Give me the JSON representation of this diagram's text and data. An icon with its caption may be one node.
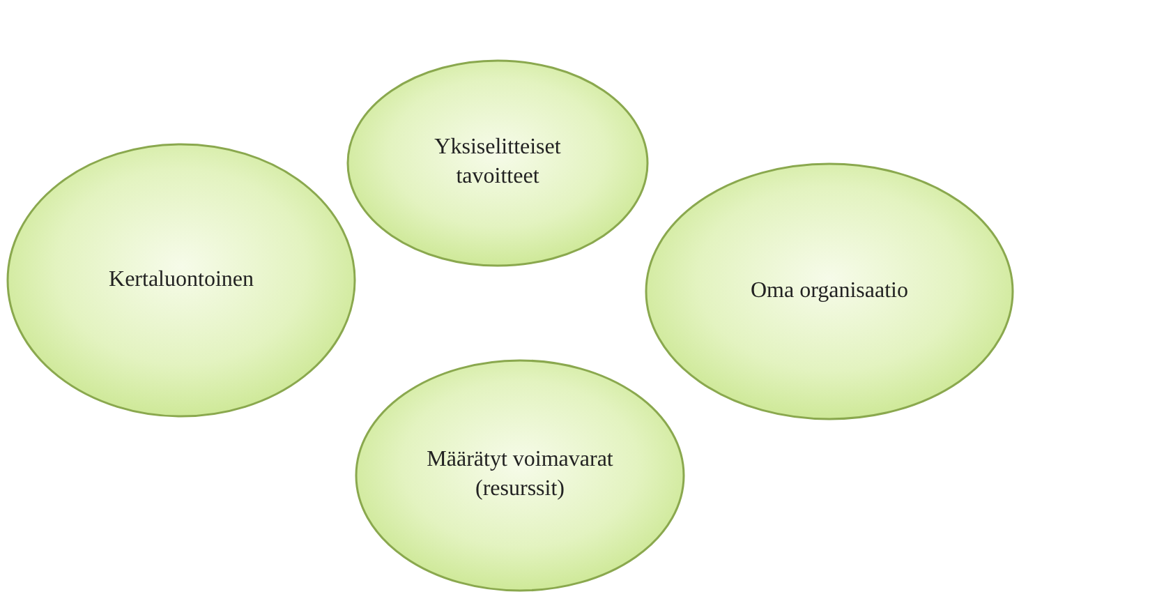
{
  "diagram": {
    "nodes": [
      {
        "text": [
          "Yksiselitteiset tavoitteet"
        ]
      },
      {
        "text": [
          "Kertaluontoinen"
        ]
      },
      {
        "text": [
          "Oma organisaatio"
        ]
      },
      {
        "text": [
          "Määrätyt voimavarat (resurssit)"
        ]
      }
    ]
  }
}
